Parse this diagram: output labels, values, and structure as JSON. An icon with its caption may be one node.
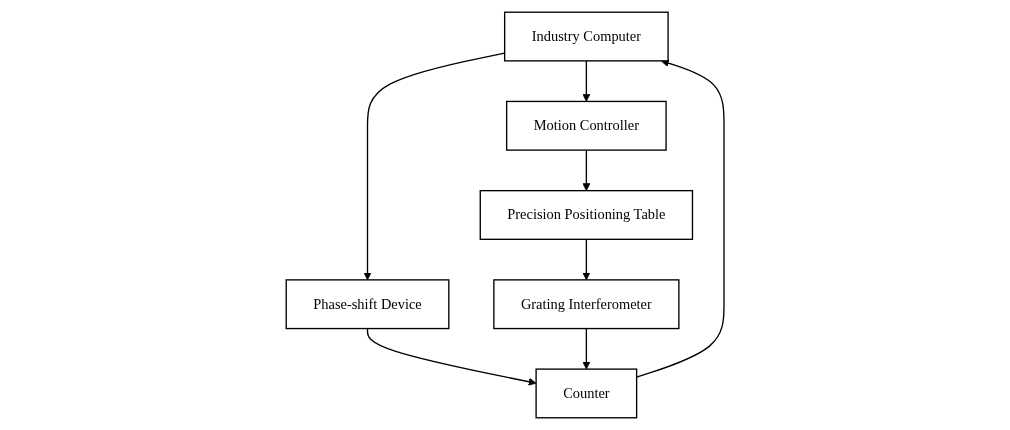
{
  "diagram": {
    "nodes": [
      {
        "text": [
          "Industry Computer"
        ]
      },
      {
        "text": [
          "Phase-shift Device"
        ]
      },
      {
        "text": [
          "Counter"
        ]
      },
      {
        "text": [
          "Motion Controller"
        ]
      },
      {
        "text": [
          "Grating Interferometer"
        ]
      },
      {
        "text": [
          "Precision Positioning Table"
        ]
      }
    ],
    "edges": [
      {
        "from": 0,
        "to": 1,
        "arrow": "to"
      },
      {
        "from": 1,
        "to": 2,
        "arrow": "to"
      },
      {
        "from": 2,
        "to": 0,
        "arrow": "to"
      },
      {
        "from": 0,
        "to": 3,
        "arrow": "to"
      },
      {
        "from": 4,
        "to": 2,
        "arrow": "to"
      },
      {
        "from": 5,
        "to": 4,
        "arrow": "to"
      },
      {
        "from": 3,
        "to": 5,
        "arrow": "to"
      }
    ]
  }
}
